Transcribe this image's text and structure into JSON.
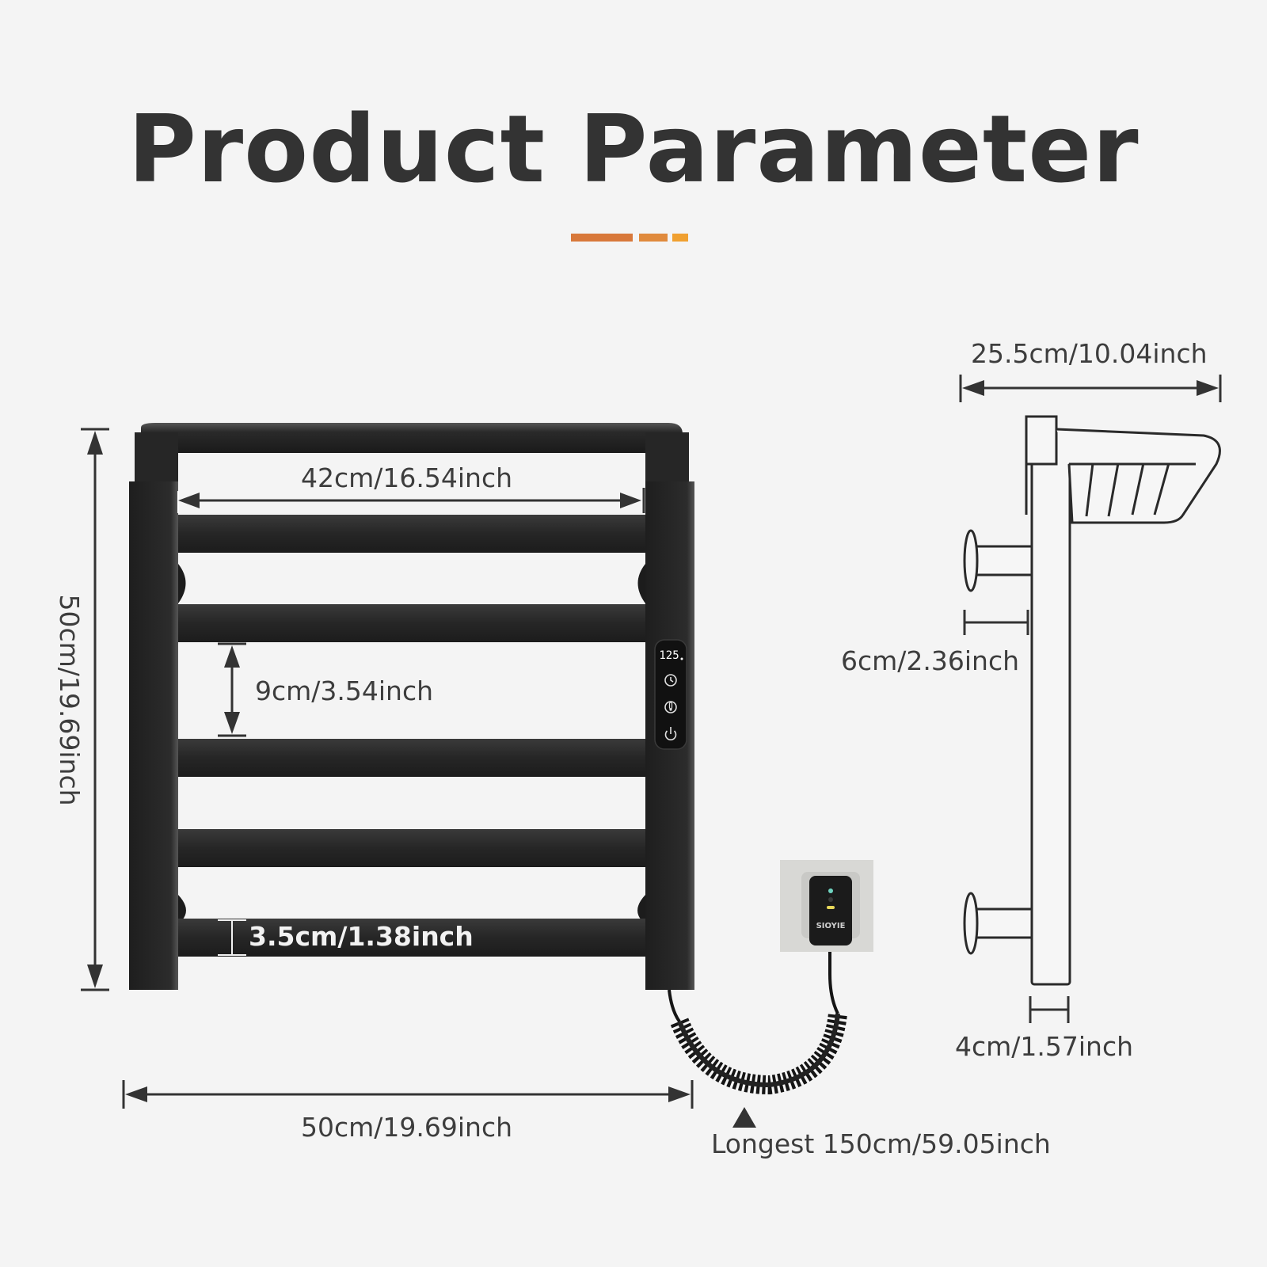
{
  "title": "Product Parameter",
  "colors": {
    "accent_1": "#d8783a",
    "accent_2": "#e08a3c",
    "accent_3": "#f0a030",
    "rail": "#2b2b2b",
    "dimension_line": "#333333",
    "background": "#f4f4f4"
  },
  "dimensions": {
    "inner_width": "42cm/16.54inch",
    "total_height": "50cm/19.69inch",
    "bar_spacing": "9cm/3.54inch",
    "bar_height": "3.5cm/1.38inch",
    "total_width": "50cm/19.69inch",
    "cable_length": "Longest 150cm/59.05inch",
    "depth": "25.5cm/10.04inch",
    "wall_offset": "6cm/2.36inch",
    "frame_thickness": "4cm/1.57inch"
  },
  "control_panel": {
    "display": "125",
    "icons": [
      "clock-icon",
      "thermometer-icon",
      "power-icon"
    ]
  },
  "plug": {
    "brand": "SIOYIE"
  }
}
